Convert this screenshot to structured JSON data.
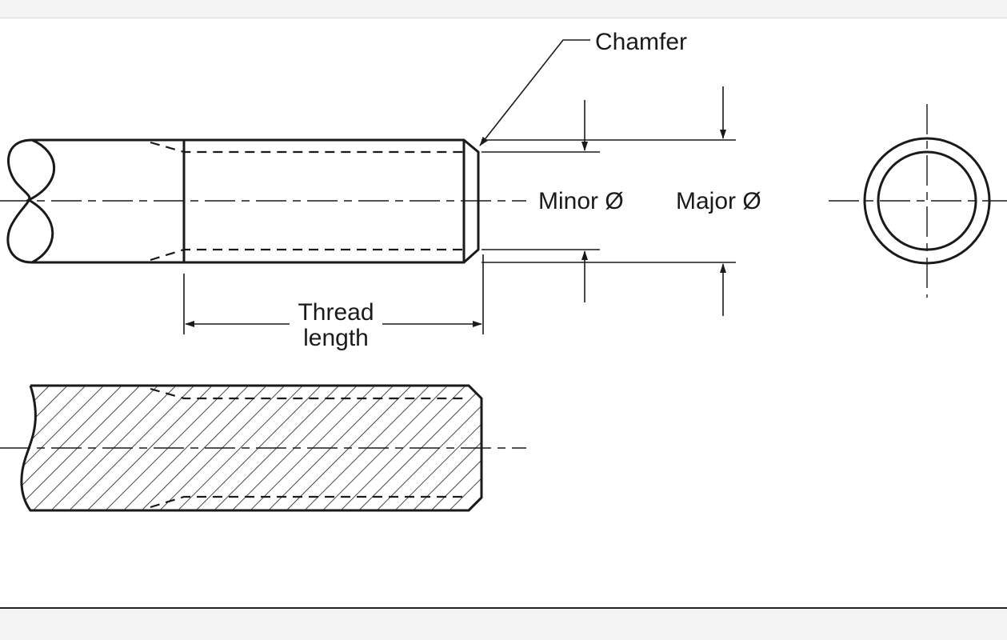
{
  "labels": {
    "chamfer": "Chamfer",
    "minor_diameter": "Minor Ø",
    "major_diameter": "Major Ø",
    "thread_length_line1": "Thread",
    "thread_length_line2": "length"
  },
  "colors": {
    "line": "#1a1a1a",
    "background": "#ffffff",
    "outer": "#f4f4f4"
  }
}
